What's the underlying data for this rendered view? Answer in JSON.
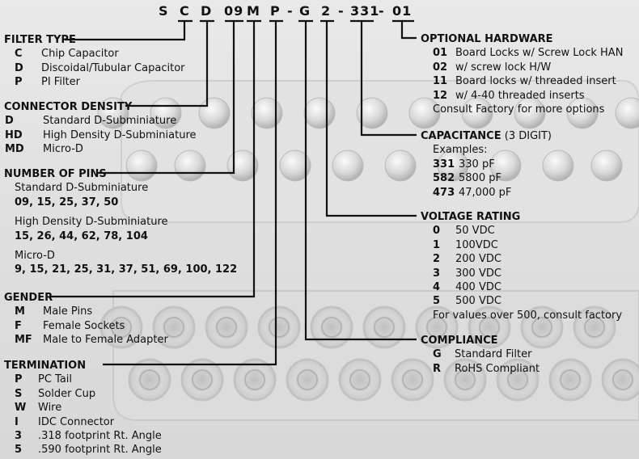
{
  "part_number": {
    "chars": [
      "S",
      "C",
      "D",
      "09",
      "M",
      "P",
      "-",
      "G",
      "2",
      "-",
      "331",
      "-",
      "01"
    ]
  },
  "filter_type": {
    "title": "FILTER TYPE",
    "items": [
      {
        "code": "C",
        "label": "Chip Capacitor"
      },
      {
        "code": "D",
        "label": "Discoidal/Tubular Capacitor"
      },
      {
        "code": "P",
        "label": "PI Filter"
      }
    ]
  },
  "connector_density": {
    "title": "CONNECTOR DENSITY",
    "items": [
      {
        "code": "D",
        "label": "Standard D-Subminiature"
      },
      {
        "code": "HD",
        "label": "High Density D-Subminiature"
      },
      {
        "code": "MD",
        "label": "Micro-D"
      }
    ]
  },
  "number_of_pins": {
    "title": "NUMBER OF PINS",
    "groups": [
      {
        "name": "Standard D-Subminiature",
        "values": "09, 15, 25, 37, 50"
      },
      {
        "name": "High Density D-Subminiature",
        "values": "15, 26, 44, 62, 78, 104"
      },
      {
        "name": "Micro-D",
        "values": "9, 15, 21, 25, 31, 37, 51, 69, 100, 122"
      }
    ]
  },
  "gender": {
    "title": "GENDER",
    "items": [
      {
        "code": "M",
        "label": "Male Pins"
      },
      {
        "code": "F",
        "label": "Female Sockets"
      },
      {
        "code": "MF",
        "label": "Male to Female Adapter"
      }
    ]
  },
  "termination": {
    "title": "TERMINATION",
    "items": [
      {
        "code": "P",
        "label": "PC Tail"
      },
      {
        "code": "S",
        "label": "Solder Cup"
      },
      {
        "code": "W",
        "label": "Wire"
      },
      {
        "code": "I",
        "label": "IDC Connector"
      },
      {
        "code": "3",
        "label": ".318 footprint Rt. Angle"
      },
      {
        "code": "5",
        "label": ".590 footprint Rt. Angle"
      }
    ]
  },
  "optional_hardware": {
    "title": "OPTIONAL HARDWARE",
    "items": [
      {
        "code": "01",
        "label": "Board Locks w/ Screw Lock HAN"
      },
      {
        "code": "02",
        "label": "w/ screw lock H/W"
      },
      {
        "code": "11",
        "label": "Board locks w/ threaded insert"
      },
      {
        "code": "12",
        "label": "w/ 4-40 threaded inserts"
      }
    ],
    "note": "Consult Factory for more options"
  },
  "capacitance": {
    "title": "CAPACITANCE",
    "title_suffix": "(3 DIGIT)",
    "examples_label": "Examples:",
    "items": [
      {
        "code": "331",
        "label": "330 pF"
      },
      {
        "code": "582",
        "label": "5800 pF"
      },
      {
        "code": "473",
        "label": "47,000 pF"
      }
    ]
  },
  "voltage_rating": {
    "title": "VOLTAGE RATING",
    "items": [
      {
        "code": "0",
        "label": "50 VDC"
      },
      {
        "code": "1",
        "label": "100VDC"
      },
      {
        "code": "2",
        "label": "200 VDC"
      },
      {
        "code": "3",
        "label": "300 VDC"
      },
      {
        "code": "4",
        "label": "400 VDC"
      },
      {
        "code": "5",
        "label": "500 VDC"
      }
    ],
    "note": "For values over 500, consult factory"
  },
  "compliance": {
    "title": "COMPLIANCE",
    "items": [
      {
        "code": "G",
        "label": "Standard Filter"
      },
      {
        "code": "R",
        "label": "RoHS Compliant"
      }
    ]
  }
}
